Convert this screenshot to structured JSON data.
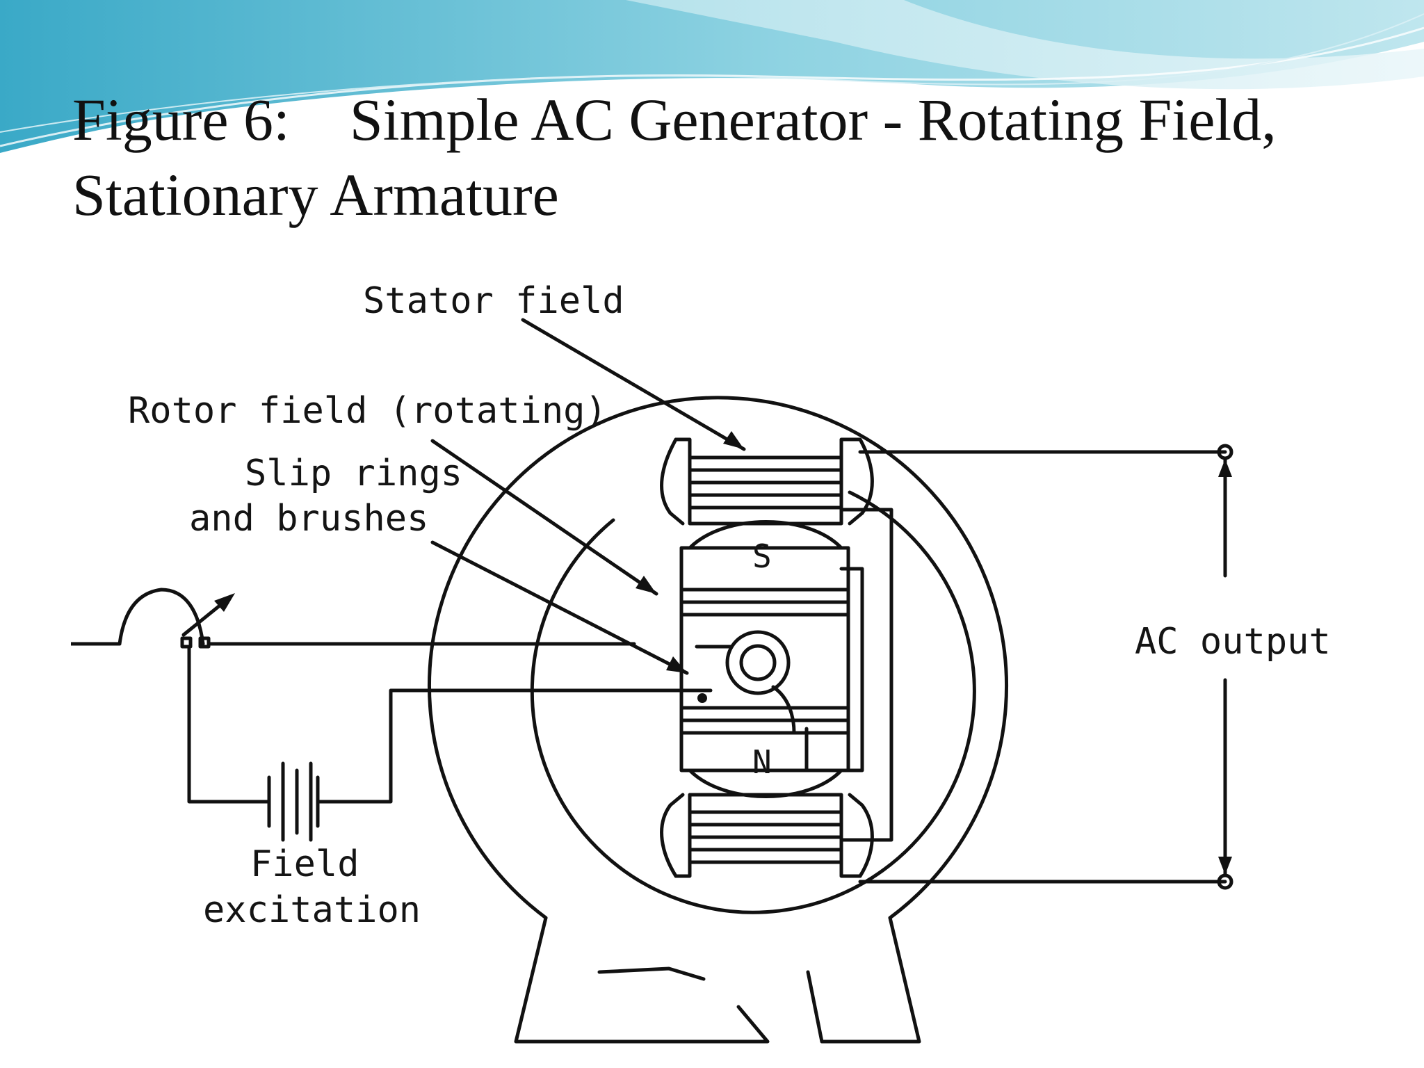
{
  "slide": {
    "title_line1": "Figure 6:    Simple AC Generator - Rotating Field,",
    "title_line2": "Stationary Armature"
  },
  "diagram": {
    "labels": {
      "stator_field": "Stator field",
      "rotor_field": "Rotor field (rotating)",
      "slip_rings_1": "Slip rings",
      "slip_rings_2": "and brushes",
      "south_pole": "S",
      "north_pole": "N",
      "ac_output": "AC output",
      "field_excitation_1": "Field",
      "field_excitation_2": "excitation"
    }
  },
  "colors": {
    "line": "#111111",
    "title_text": "#111111",
    "header_wave_light": "#bfe6ee",
    "header_wave_mid": "#7fcbdc",
    "header_wave_dark": "#3aa9c7"
  }
}
